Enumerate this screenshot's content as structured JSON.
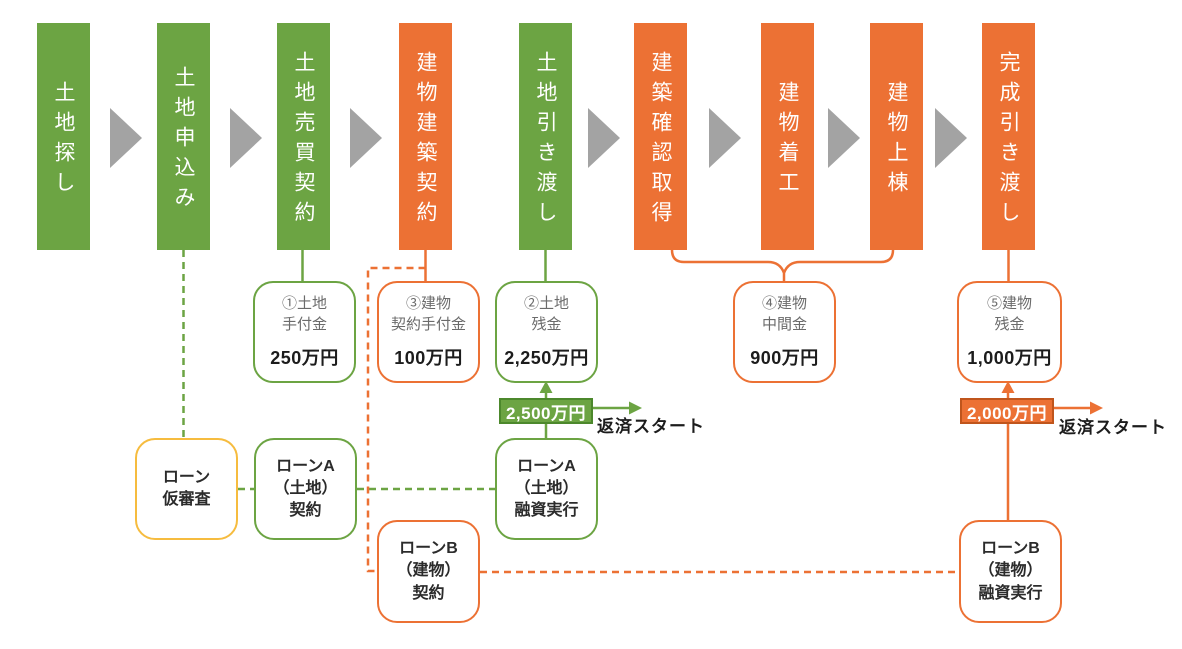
{
  "palette": {
    "green": "#6CA443",
    "orange": "#EC7134",
    "yellow": "#F6BC3F",
    "arrow_gray": "#A3A3A3",
    "green_dark": "#4C882C",
    "orange_dark": "#C0551C",
    "label_gray": "#6B6B6B",
    "text_dark": "#2B2B2B"
  },
  "process_steps": [
    {
      "label": "土地探し",
      "color": "green"
    },
    {
      "label": "土地申込み",
      "color": "green"
    },
    {
      "label": "土地売買契約",
      "color": "green"
    },
    {
      "label": "建物建築契約",
      "color": "orange"
    },
    {
      "label": "土地引き渡し",
      "color": "green"
    },
    {
      "label": "建築確認取得",
      "color": "orange"
    },
    {
      "label": "建物着工",
      "color": "orange"
    },
    {
      "label": "建物上棟",
      "color": "orange"
    },
    {
      "label": "完成引き渡し",
      "color": "orange"
    }
  ],
  "payments": [
    {
      "line1": "①土地",
      "line2": "手付金",
      "amount": "250万円",
      "color": "green"
    },
    {
      "line1": "③建物",
      "line2": "契約手付金",
      "amount": "100万円",
      "color": "orange"
    },
    {
      "line1": "②土地",
      "line2": "残金",
      "amount": "2,250万円",
      "color": "green"
    },
    {
      "line1": "④建物",
      "line2": "中間金",
      "amount": "900万円",
      "color": "orange"
    },
    {
      "line1": "⑤建物",
      "line2": "残金",
      "amount": "1,000万円",
      "color": "orange"
    }
  ],
  "loans": [
    {
      "lines": [
        "ローン",
        "仮審査"
      ],
      "color": "yellow"
    },
    {
      "lines": [
        "ローンA",
        "（土地）",
        "契約"
      ],
      "color": "green"
    },
    {
      "lines": [
        "ローンA",
        "（土地）",
        "融資実行"
      ],
      "color": "green"
    },
    {
      "lines": [
        "ローンB",
        "（建物）",
        "契約"
      ],
      "color": "orange"
    },
    {
      "lines": [
        "ローンB",
        "（建物）",
        "融資実行"
      ],
      "color": "orange"
    }
  ],
  "disbursements": [
    {
      "amount": "2,500万円",
      "note": "返済スタート",
      "color": "green"
    },
    {
      "amount": "2,000万円",
      "note": "返済スタート",
      "color": "orange"
    }
  ]
}
